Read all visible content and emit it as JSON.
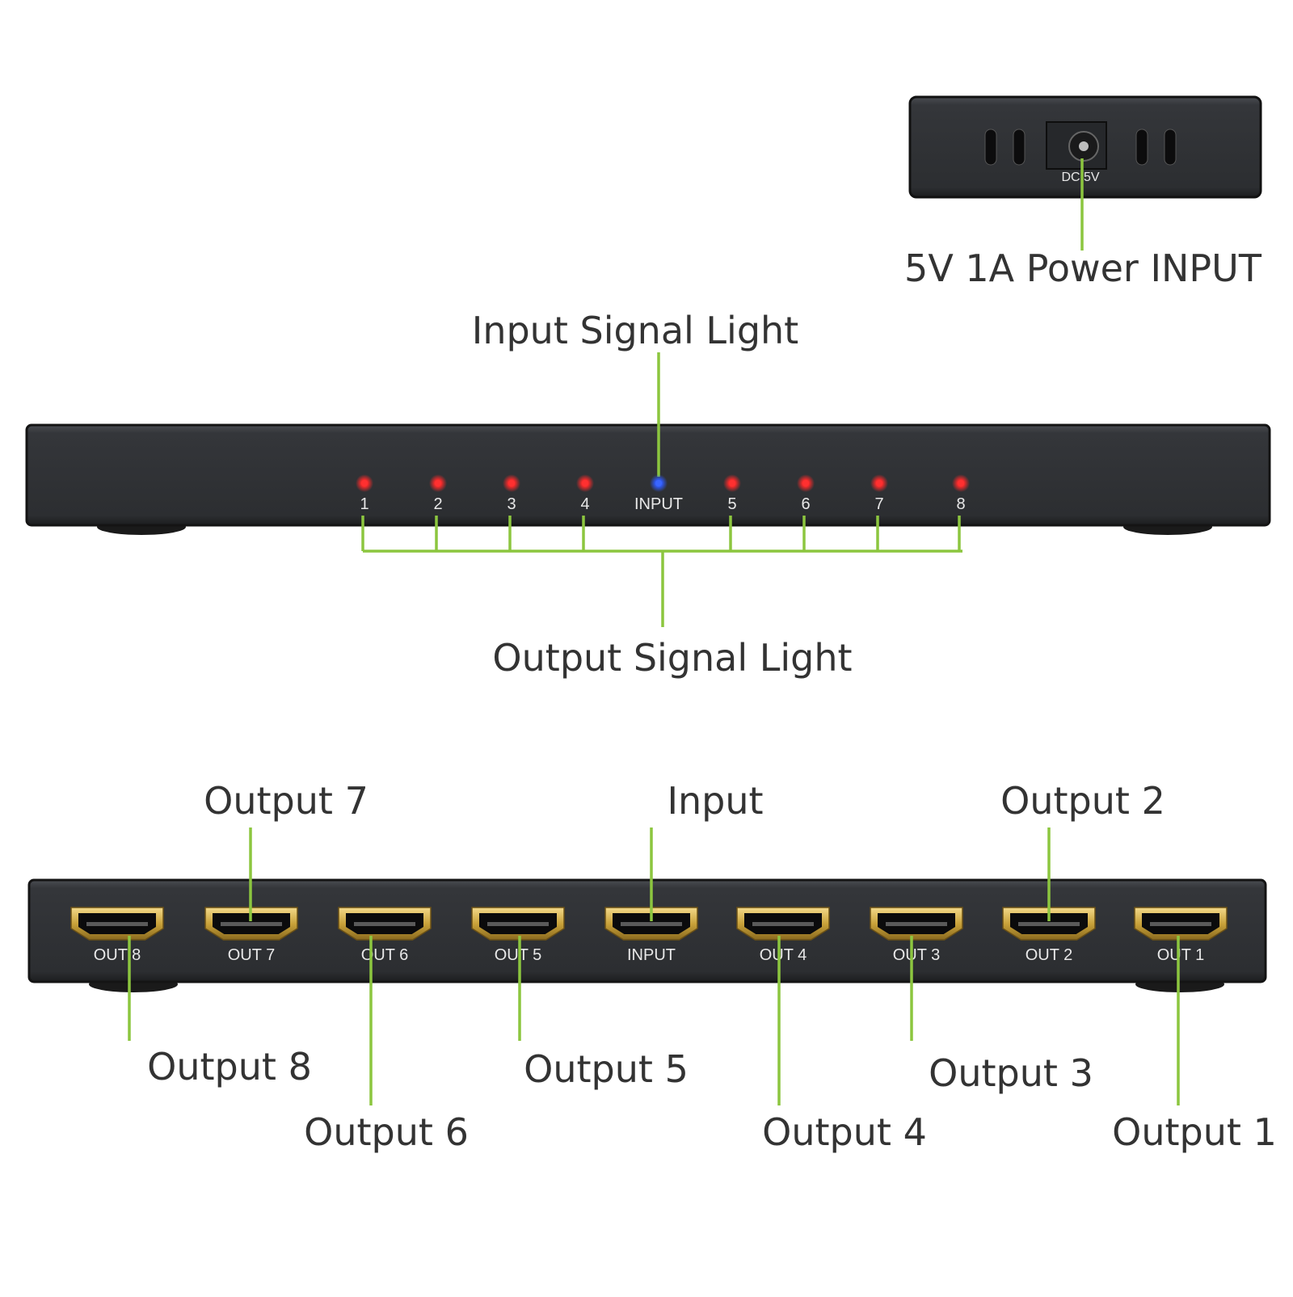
{
  "power": {
    "jack_label": "DC 5V",
    "callout": "5V 1A Power INPUT"
  },
  "front": {
    "input_callout": "Input Signal Light",
    "output_callout": "Output Signal Light",
    "leds": [
      {
        "label": "1",
        "color": "red"
      },
      {
        "label": "2",
        "color": "red"
      },
      {
        "label": "3",
        "color": "red"
      },
      {
        "label": "4",
        "color": "red"
      },
      {
        "label": "INPUT",
        "color": "blue"
      },
      {
        "label": "5",
        "color": "red"
      },
      {
        "label": "6",
        "color": "red"
      },
      {
        "label": "7",
        "color": "red"
      },
      {
        "label": "8",
        "color": "red"
      }
    ]
  },
  "rear": {
    "ports": [
      {
        "label": "OUT 8",
        "callout": "Output 8"
      },
      {
        "label": "OUT 7",
        "callout": "Output 7"
      },
      {
        "label": "OUT 6",
        "callout": "Output 6"
      },
      {
        "label": "OUT 5",
        "callout": "Output 5"
      },
      {
        "label": "INPUT",
        "callout": "Input"
      },
      {
        "label": "OUT 4",
        "callout": "Output 4"
      },
      {
        "label": "OUT 3",
        "callout": "Output 3"
      },
      {
        "label": "OUT 2",
        "callout": "Output 2"
      },
      {
        "label": "OUT 1",
        "callout": "Output 1"
      }
    ]
  },
  "colors": {
    "callout_line": "#8cc63f",
    "device_body": "#2f3135",
    "led_red": "#ff2a2a",
    "led_blue": "#2f5bff",
    "port_gold": "#c9a23a",
    "label_text": "#333333"
  }
}
